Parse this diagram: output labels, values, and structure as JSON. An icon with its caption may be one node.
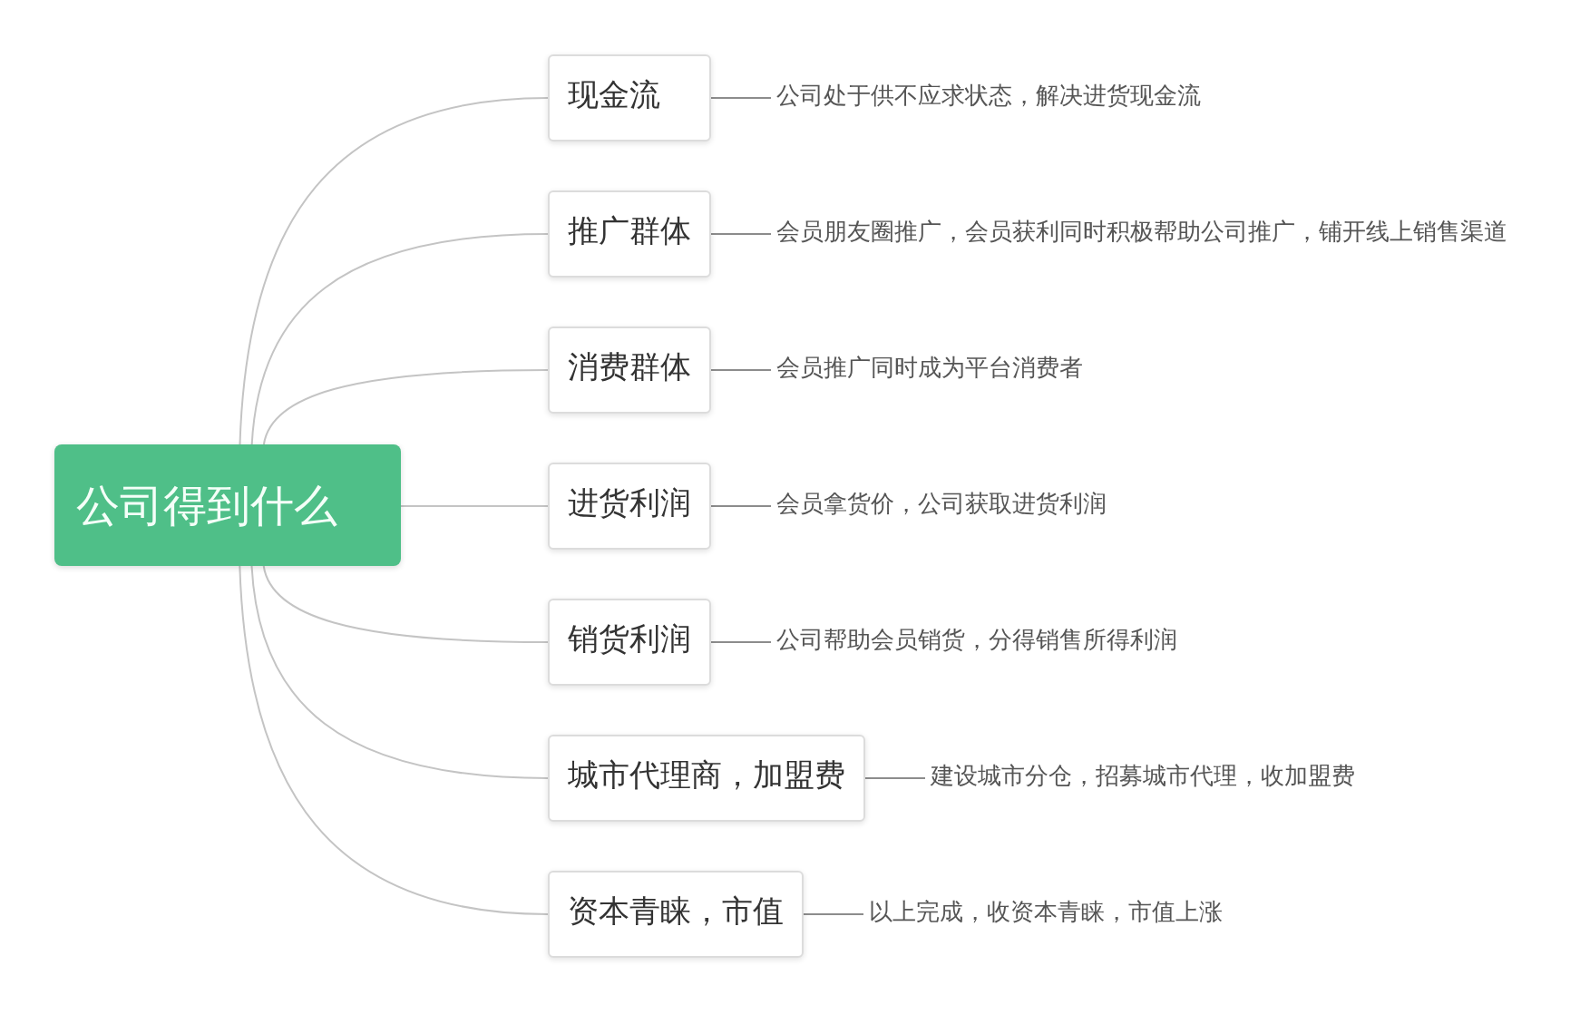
{
  "diagram": {
    "nodes": [
      {
        "text": [
          "公司得到什么"
        ]
      },
      {
        "text": [
          "现金流"
        ]
      },
      {
        "text": [
          "公司处于供不应求状态，解决进货现金流"
        ]
      },
      {
        "text": [
          "推广群体"
        ]
      },
      {
        "text": [
          "会员朋友圈推广，会员获利同时积极帮助公司推广，铺开线上销售渠道"
        ]
      },
      {
        "text": [
          "消费群体"
        ]
      },
      {
        "text": [
          "会员推广同时成为平台消费者"
        ]
      },
      {
        "text": [
          "进货利润"
        ]
      },
      {
        "text": [
          "会员拿货价，公司获取进货利润"
        ]
      },
      {
        "text": [
          "销货利润"
        ]
      },
      {
        "text": [
          "公司帮助会员销货，分得销售所得利润"
        ]
      },
      {
        "text": [
          "城市代理商，加盟费"
        ]
      },
      {
        "text": [
          "建设城市分仓，招募城市代理，收加盟费"
        ]
      },
      {
        "text": [
          "资本青睐，市值"
        ]
      },
      {
        "text": [
          "以上完成，收资本青睐，市值上涨"
        ]
      }
    ],
    "edges": [
      {
        "from": 0,
        "to": 1,
        "arrow": "none"
      },
      {
        "from": 0,
        "to": 3,
        "arrow": "none"
      },
      {
        "from": 0,
        "to": 5,
        "arrow": "none"
      },
      {
        "from": 0,
        "to": 7,
        "arrow": "none"
      },
      {
        "from": 0,
        "to": 9,
        "arrow": "none"
      },
      {
        "from": 0,
        "to": 11,
        "arrow": "none"
      },
      {
        "from": 0,
        "to": 13,
        "arrow": "none"
      },
      {
        "from": 1,
        "to": 2,
        "arrow": "none",
        "color": "#8c8c8c"
      },
      {
        "from": 3,
        "to": 4,
        "arrow": "none",
        "color": "#8c8c8c"
      },
      {
        "from": 5,
        "to": 6,
        "arrow": "none",
        "color": "#8c8c8c"
      },
      {
        "from": 7,
        "to": 8,
        "arrow": "none",
        "color": "#8c8c8c"
      },
      {
        "from": 9,
        "to": 10,
        "arrow": "none",
        "color": "#8c8c8c"
      },
      {
        "from": 11,
        "to": 12,
        "arrow": "none",
        "color": "#8c8c8c"
      },
      {
        "from": 13,
        "to": 14,
        "arrow": "none",
        "color": "#8c8c8c"
      }
    ]
  }
}
